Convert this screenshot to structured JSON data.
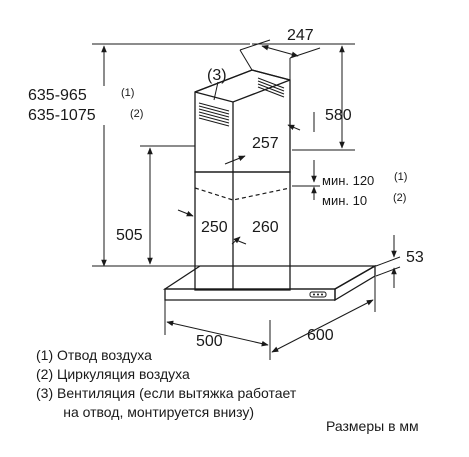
{
  "dimensions": {
    "duct_depth": "247",
    "upper_duct_height": "580",
    "duct_width": "257",
    "total_height_exhaust": "635-965",
    "total_height_exhaust_ref": "(1)",
    "total_height_recirc": "635-1075",
    "total_height_recirc_ref": "(2)",
    "min_exhaust": "мин. 120",
    "min_exhaust_ref": "(1)",
    "min_recirc": "мин. 10",
    "min_recirc_ref": "(2)",
    "lower_duct_height": "505",
    "inner_width": "250",
    "inner_depth": "260",
    "canopy_height": "53",
    "hood_width": "500",
    "hood_depth": "600",
    "vent_ref": "(3)"
  },
  "legend": [
    "(1)  Отвод воздуха",
    "(2)  Циркуляция воздуха",
    "(3)  Вентиляция (если вытяжка работает",
    "       на отвод, монтируется внизу)"
  ],
  "units_note": "Размеры в мм"
}
